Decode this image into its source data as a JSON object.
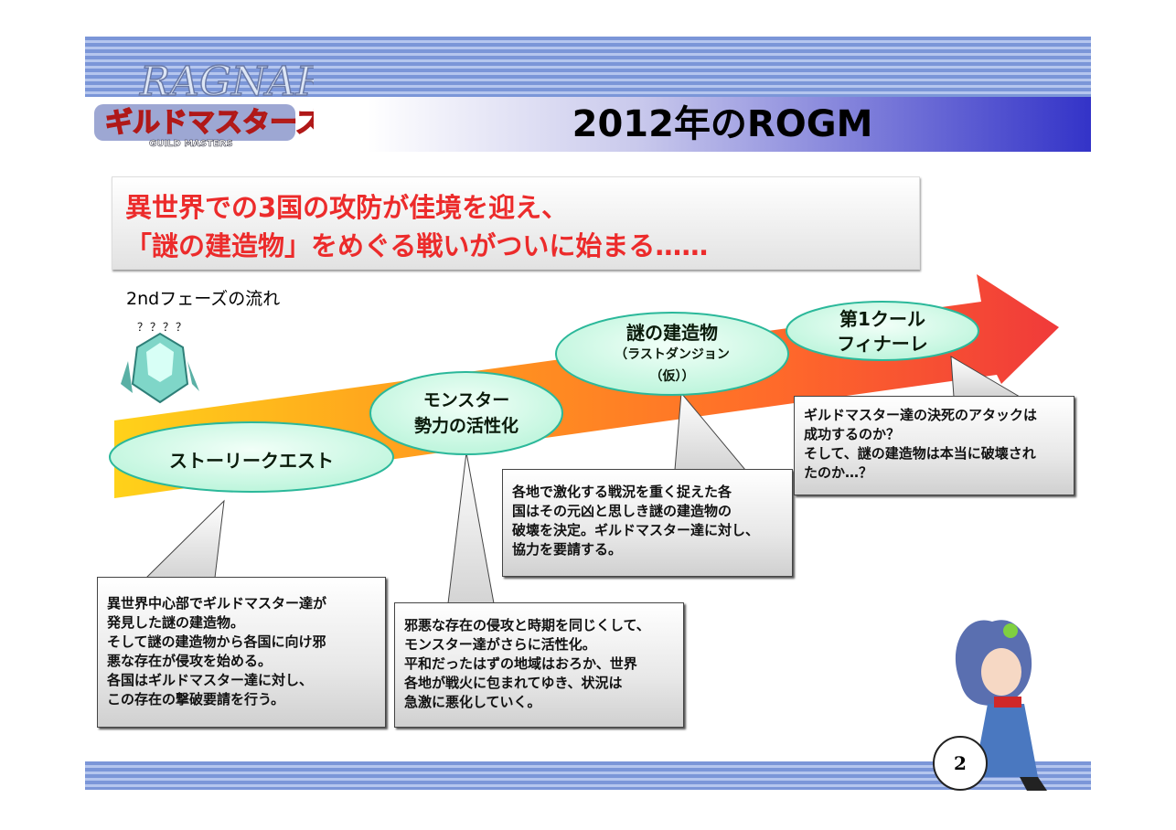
{
  "header": {
    "title": "2012年のROGM",
    "logo_text": "RAGNAROK ギルドマスターズ GUILD MASTERS"
  },
  "headline": {
    "line1": "異世界での3国の攻防が佳境を迎え、",
    "line2": "「謎の建造物」をめぐる戦いがついに始まる……"
  },
  "flow_label": "2ndフェーズの流れ",
  "unknown_label": "？？？？",
  "stages": [
    {
      "lines": [
        "ストーリークエスト"
      ]
    },
    {
      "lines": [
        "モンスター",
        "勢力の活性化"
      ]
    },
    {
      "lines": [
        "謎の建造物",
        "（ラストダンジョン",
        "（仮））"
      ]
    },
    {
      "lines": [
        "第1クール",
        "フィナーレ"
      ]
    }
  ],
  "callouts": [
    {
      "lines": [
        "異世界中心部でギルドマスター達が",
        "発見した謎の建造物。",
        "そして謎の建造物から各国に向け邪",
        "悪な存在が侵攻を始める。",
        "各国はギルドマスター達に対し、",
        "この存在の撃破要請を行う。"
      ]
    },
    {
      "lines": [
        "邪悪な存在の侵攻と時期を同じくして、",
        "モンスター達がさらに活性化。",
        "平和だったはずの地域はおろか、世界",
        "各地が戦火に包まれてゆき、状況は",
        "急激に悪化していく。"
      ]
    },
    {
      "lines": [
        "各地で激化する戦況を重く捉えた各",
        "国はその元凶と思しき謎の建造物の",
        "破壊を決定。ギルドマスター達に対し、",
        "協力を要請する。"
      ]
    },
    {
      "lines": [
        "ギルドマスター達の決死のアタックは",
        "成功するのか？",
        "そして、謎の建造物は本当に破壊され",
        "たのか…？"
      ]
    }
  ],
  "page_number": "2",
  "colors": {
    "headline_red": "#ec2b2b",
    "banner_blue": "#3333c8",
    "ellipse_stroke": "#2bb89a"
  }
}
